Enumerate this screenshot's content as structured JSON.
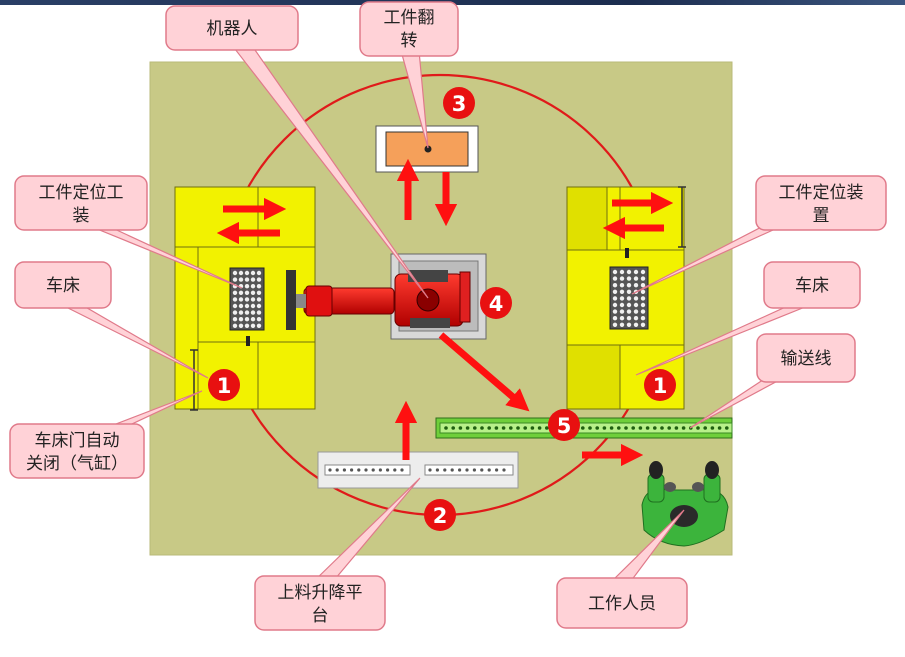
{
  "labels": {
    "robot": "机器人",
    "flip_line1": "工件翻",
    "flip_line2": "转",
    "fixture_left_line1": "工件定位工",
    "fixture_left_line2": "装",
    "lathe_left": "车床",
    "door_line1": "车床门自动",
    "door_line2": "关闭（气缸）",
    "lift_line1": "上料升降平",
    "lift_line2": "台",
    "fixture_right_line1": "工件定位装",
    "fixture_right_line2": "置",
    "lathe_right": "车床",
    "conveyor": "输送线",
    "worker": "工作人员"
  },
  "markers": {
    "m1_left": "1",
    "m1_right": "1",
    "m2": "2",
    "m3": "3",
    "m4": "4",
    "m5": "5"
  },
  "colors": {
    "floor": "#c8c986",
    "machine": "#f2f200",
    "callout_fill": "#ffd2d7",
    "callout_stroke": "#e07a8a",
    "marker": "#e81010",
    "arrow": "#ff1010",
    "conveyor": "#6fcf3a",
    "worker": "#3cb43c",
    "flip_station": "#f5a05a"
  }
}
